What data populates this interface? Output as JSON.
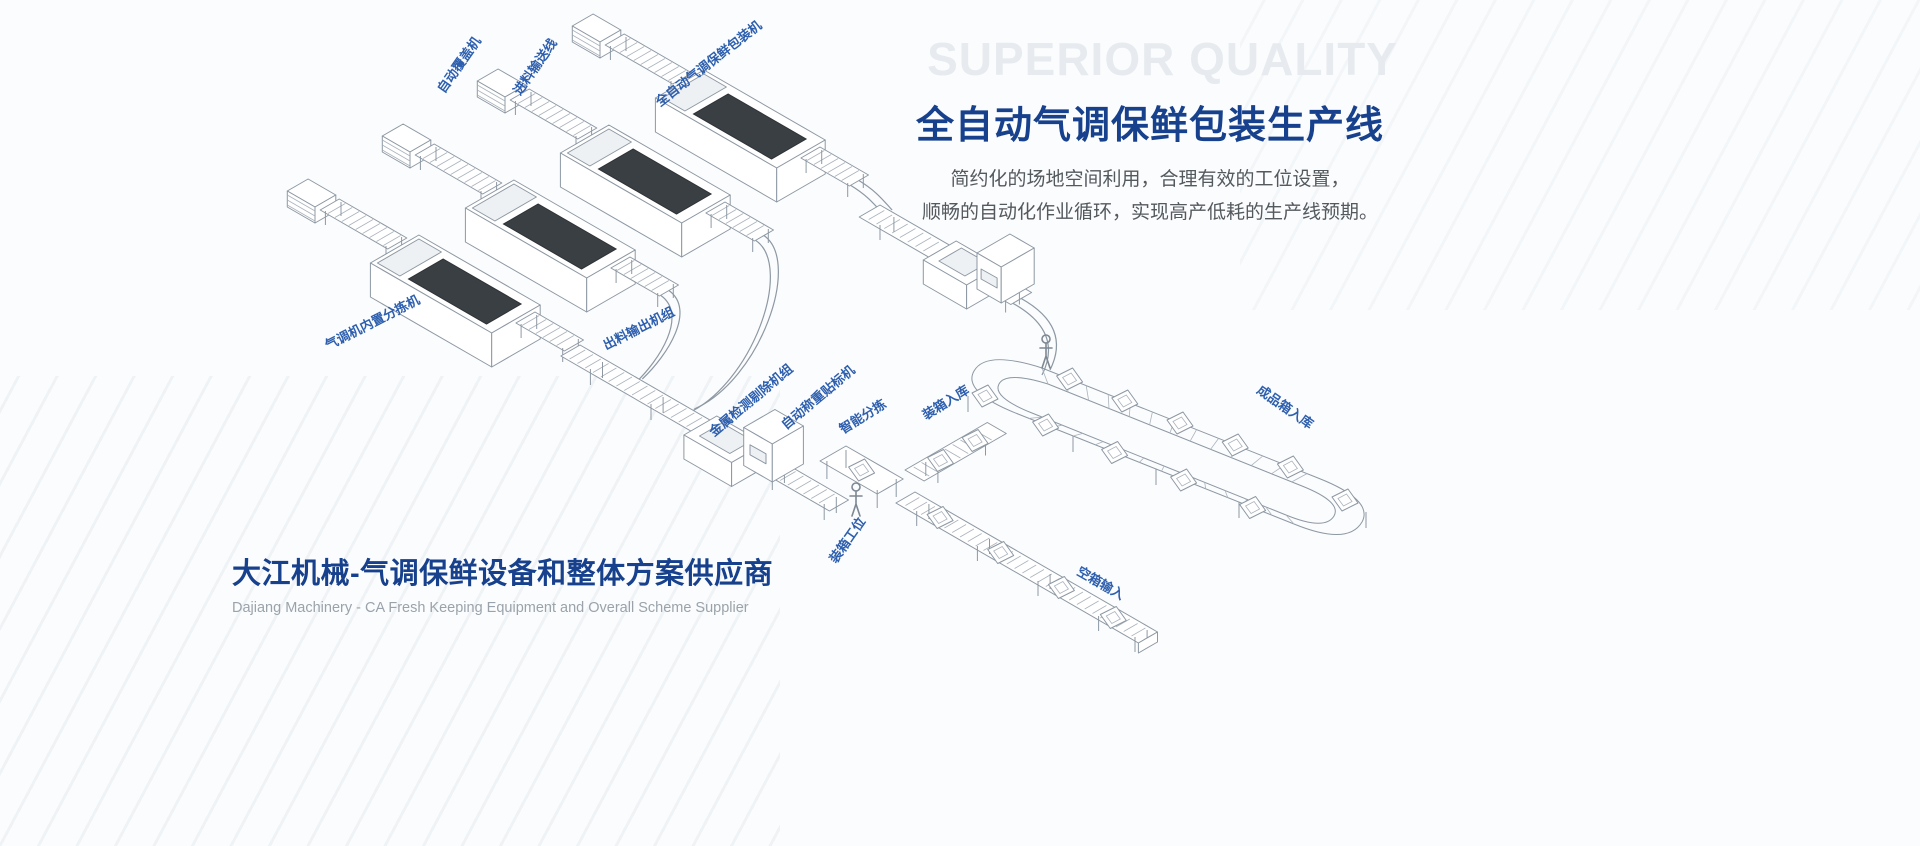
{
  "watermark": {
    "text": "SUPERIOR QUALITY"
  },
  "hero": {
    "title": "全自动气调保鲜包装生产线",
    "subtitle_lines": [
      "简约化的场地空间利用，合理有效的工位设置，",
      "顺畅的自动化作业循环，实现高产低耗的生产线预期。"
    ]
  },
  "brand": {
    "title": "大江机械-气调保鲜设备和整体方案供应商",
    "subtitle": "Dajiang Machinery - CA Fresh Keeping Equipment and Overall Scheme Supplier"
  },
  "diagram": {
    "labels": [
      "自动覆盖机",
      "进料输送线",
      "全自动气调保鲜包装机",
      "气调机内置分拣机",
      "出料输出机组",
      "金属检测剔除机组",
      "自动称重贴标机",
      "智能分拣",
      "装箱入库",
      "装箱工位",
      "成品箱入库",
      "空箱输入"
    ],
    "colors": {
      "headline_blue": "#17418c",
      "label_blue": "#2d5fae",
      "linework_gray": "#8d98a3",
      "machine_window": "#3a3f43",
      "watermark_gray": "#e7ebef"
    }
  }
}
